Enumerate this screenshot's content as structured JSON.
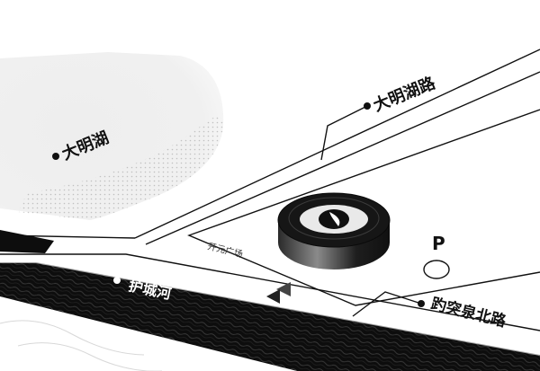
{
  "labels": {
    "lake": "大明湖",
    "lake_road": "大明湖路",
    "moat": "护城河",
    "spring_road": "趵突泉北路",
    "plaza": "开元广场",
    "parking": "P"
  },
  "icons": {
    "landmark": "eye-icon",
    "parking": "parking-icon",
    "direction": "arrow-left-icon"
  },
  "colors": {
    "ink": "#111111",
    "river": "#0d0d0d",
    "lake": "#ededed",
    "background": "#ffffff"
  }
}
